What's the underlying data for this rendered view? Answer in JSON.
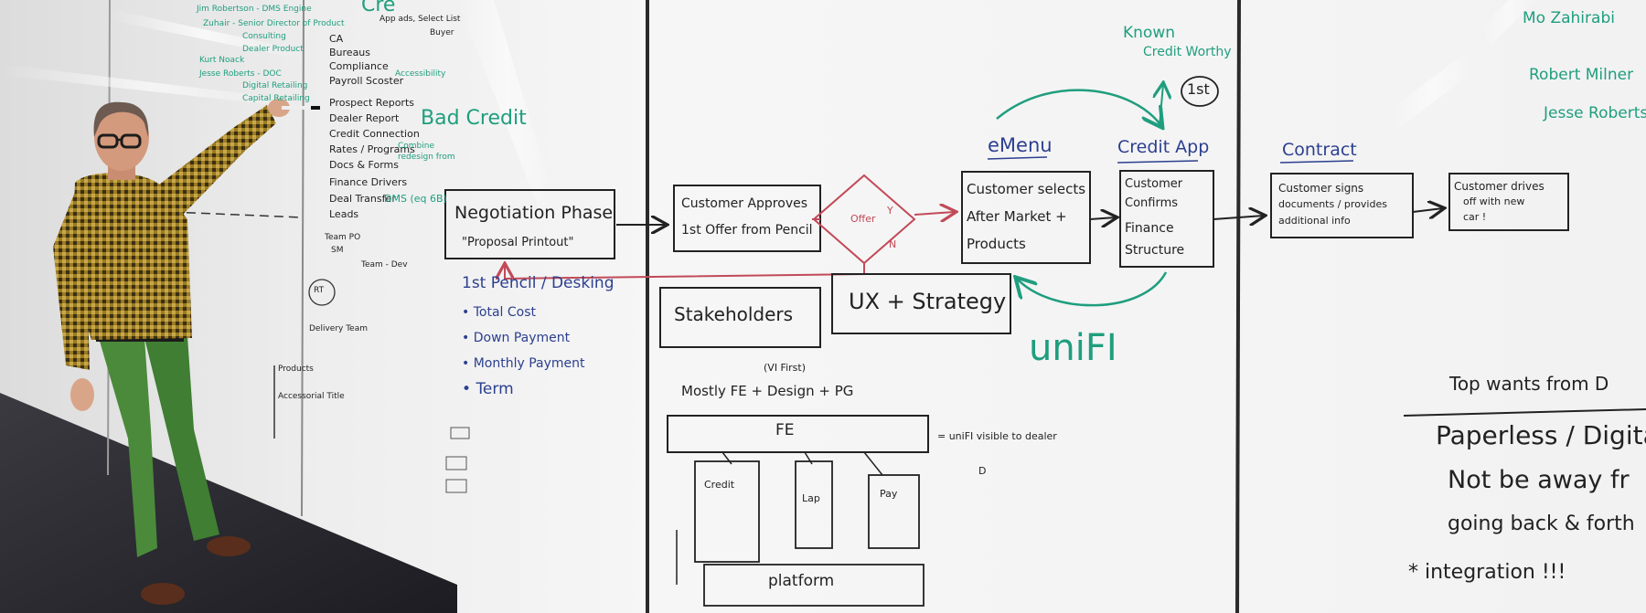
{
  "palette": {
    "black_ink": "#222222",
    "blue_ink": "#2c3f8f",
    "green_ink": "#1f9e7e",
    "red_ink": "#c24a58"
  },
  "left_board": {
    "names": [
      "Jim Robertson - DMS Engine",
      "Zuhair - Senior Director of Product",
      "Consulting",
      "Dealer Product",
      "Kurt Noack",
      "Jesse Roberts - DOC",
      "Digital Retailing",
      "Capital Retailing"
    ],
    "header": "Cre",
    "list": [
      "CA",
      "Bureaus",
      "Compliance",
      "Payroll Scoster",
      "Prospect Reports",
      "Dealer Report",
      "Credit Connection",
      "Rates / Programs",
      "Docs & Forms",
      "Finance Drivers",
      "Deal Transfer",
      "Leads"
    ],
    "annot_app": "App ads, Select List",
    "annot_buyer": "Buyer",
    "annot_accessibility": "Accessibility",
    "annot_combine": "Combine",
    "annot_redesign": "redesign from",
    "deal_transfer_note": "DMS (eq 6B)",
    "bad_credit": "Bad Credit",
    "team_notes": [
      "Team PO",
      "SM",
      "Team - Dev",
      "RT",
      "Delivery Team"
    ],
    "products": "Products",
    "accessibility_title": "Accessorial Title"
  },
  "flow": {
    "negotiation": {
      "line1": "Negotiation Phase",
      "line2": "\"Proposal Printout\""
    },
    "approves": {
      "line1": "Customer Approves",
      "line2": "1st Offer from Pencil"
    },
    "decision": {
      "label": "Offer",
      "yes": "Y",
      "no": "N"
    },
    "emenu": "eMenu",
    "selects": {
      "line1": "Customer selects",
      "line2": "After Market +",
      "line3": "Products"
    },
    "credit_app": "Credit App",
    "confirms": {
      "line1": "Customer",
      "line2": "Confirms",
      "line3": "Finance",
      "line4": "Structure"
    },
    "known": {
      "line1": "Known",
      "line2": "Credit Worthy"
    },
    "first": "1st",
    "contract": "Contract",
    "signs": {
      "line1": "Customer signs",
      "line2": "documents / provides",
      "line3": "additional info"
    },
    "drives": {
      "line1": "Customer drives",
      "line2": "off with new",
      "line3": "car !"
    }
  },
  "pencil": {
    "heading": "1st Pencil / Desking",
    "items": [
      "Total Cost",
      "Down Payment",
      "Monthly Payment",
      "Term"
    ]
  },
  "stakeholders": "Stakeholders",
  "ux_strategy": "UX + Strategy",
  "unifi": "uniFI",
  "architecture": {
    "top_note": "(VI First)",
    "line": "Mostly FE + Design + PG",
    "fe": "FE",
    "eq_note": "= uniFI visible to dealer",
    "d_note": "D",
    "credit": "Credit",
    "lap": "Lap",
    "pay": "Pay",
    "platform": "platform"
  },
  "right_board": {
    "names": [
      "Mo Zahirabi",
      "Robert Milner",
      "Jesse Roberts"
    ],
    "heading": "Top wants from D",
    "wants": [
      "Paperless / Digita",
      "Not be away fr",
      "going back & forth",
      "* integration !!!"
    ]
  }
}
